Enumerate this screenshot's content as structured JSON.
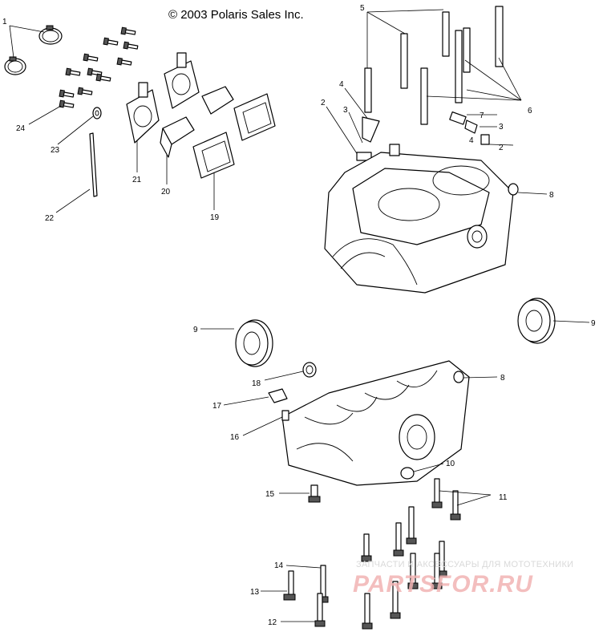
{
  "copyright": "© 2003 Polaris Sales Inc.",
  "watermark": {
    "tagline": "ЗАПЧАСТИ И АКСЕССУАРЫ ДЛЯ МОТОТЕХНИКИ",
    "logo": "PARTSFOR.RU",
    "color": "#e06060"
  },
  "callouts": {
    "c1": "1",
    "c2a": "2",
    "c2b": "2",
    "c3a": "3",
    "c3b": "3",
    "c4a": "4",
    "c4b": "4",
    "c5": "5",
    "c6": "6",
    "c7": "7",
    "c8a": "8",
    "c8b": "8",
    "c9a": "9",
    "c9b": "9",
    "c10": "10",
    "c11": "11",
    "c12": "12",
    "c13": "13",
    "c14": "14",
    "c15": "15",
    "c16": "16",
    "c17": "17",
    "c18": "18",
    "c19": "19",
    "c20": "20",
    "c21": "21",
    "c22": "22",
    "c23": "23",
    "c24": "24"
  }
}
